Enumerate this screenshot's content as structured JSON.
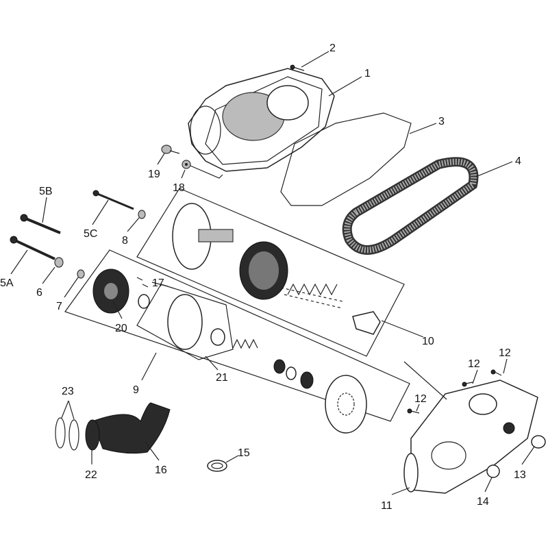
{
  "diagram": {
    "type": "exploded parts diagram",
    "callouts": [
      "1",
      "2",
      "3",
      "4",
      "5A",
      "5B",
      "5C",
      "6",
      "7",
      "8",
      "9",
      "10",
      "11",
      "12",
      "12",
      "12",
      "13",
      "14",
      "15",
      "16",
      "17",
      "18",
      "19",
      "20",
      "21",
      "22",
      "23"
    ]
  }
}
